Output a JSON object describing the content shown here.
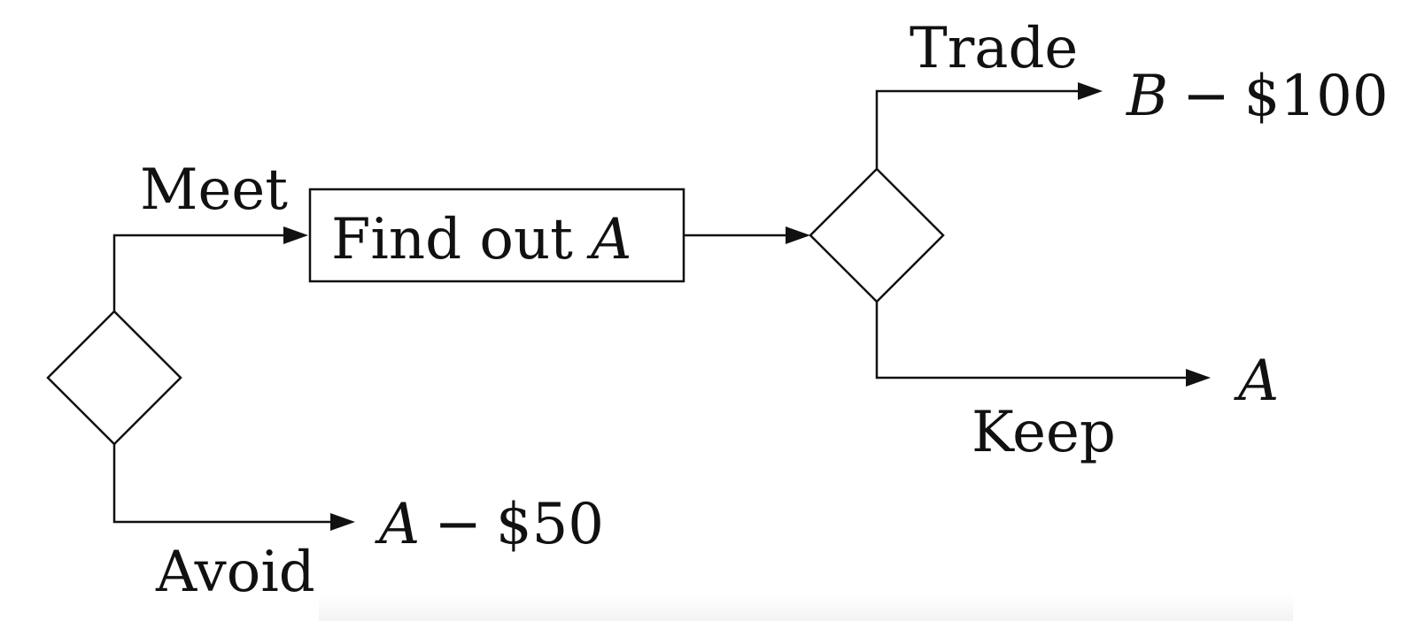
{
  "diagram": {
    "decision_meet_avoid": {
      "shape": "diamond"
    },
    "decision_trade_keep": {
      "shape": "diamond"
    },
    "process_box": {
      "label": "Find out ",
      "var": "A"
    },
    "edges": {
      "meet": {
        "label": "Meet"
      },
      "avoid": {
        "label": "Avoid"
      },
      "trade": {
        "label": "Trade"
      },
      "keep": {
        "label": "Keep"
      }
    },
    "outcomes": {
      "avoid": {
        "var": "A",
        "op": "−",
        "amount": "$50"
      },
      "trade": {
        "var": "B",
        "op": "−",
        "amount": "$100"
      },
      "keep": {
        "var": "A"
      }
    }
  }
}
